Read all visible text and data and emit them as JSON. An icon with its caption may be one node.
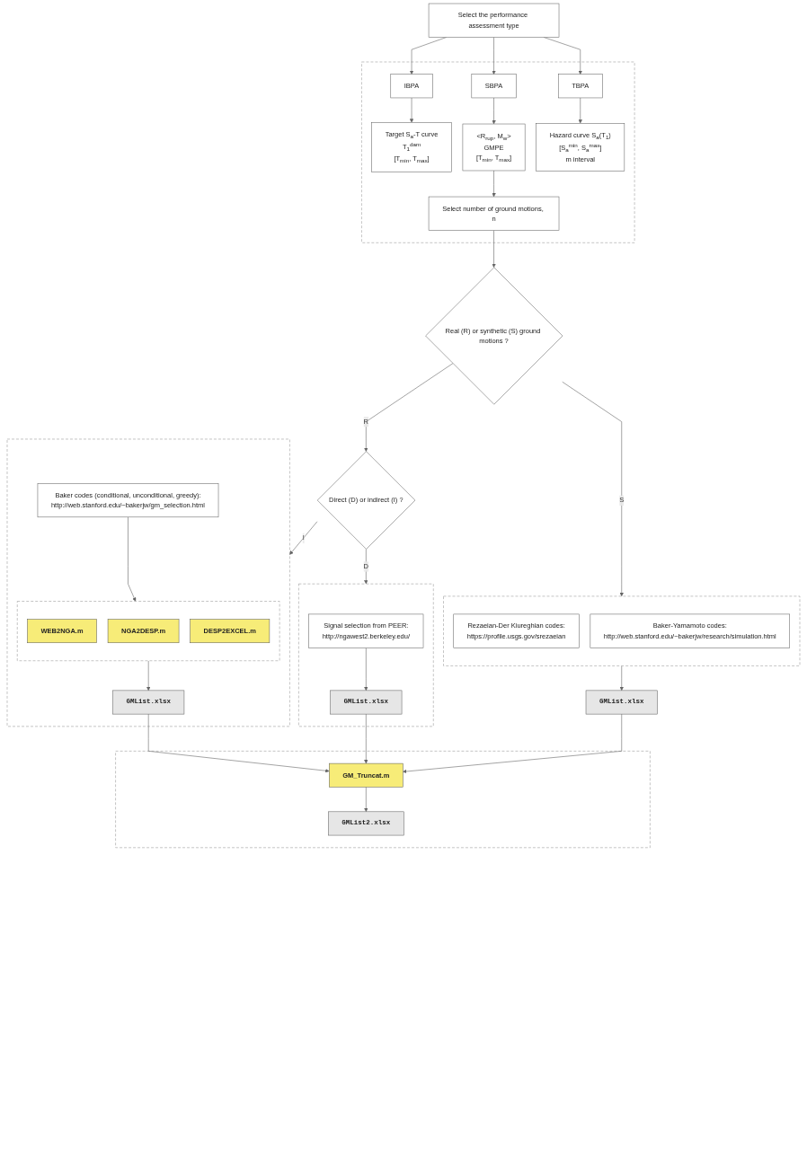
{
  "diagram": {
    "nodes": [
      {
        "text": [
          "Select the performance assessment type"
        ]
      },
      {
        "text": [],
        "shape": "box"
      },
      {
        "text": [
          "IBPA"
        ],
        "in": 1
      },
      {
        "text": [
          "SBPA"
        ],
        "in": 1
      },
      {
        "text": [
          "TBPA"
        ],
        "in": 1
      },
      {
        "text": [
          "Target S$_{a}$-T curve",
          "T$_{1}$$^{dam}$",
          "[T$_{min}$, T$_{max}$]"
        ],
        "in": 1
      },
      {
        "text": [
          "<R$_{rup}$, M$_{w}$>",
          "GMPE",
          "[T$_{min}$, T$_{max}$]"
        ],
        "in": 1
      },
      {
        "text": [
          "Hazard curve S$_{a}$(T$_{1}$)",
          "[S$_{a}$$^{min}$, S$_{a}$$^{max}$]",
          "m interval"
        ],
        "in": 1
      },
      {
        "text": [
          "Select number of ground motions, n"
        ],
        "in": 1
      },
      {
        "text": [
          "Real (R) or synthetic (S) ground motions ?"
        ]
      },
      {
        "text": [
          "Direct (D) or indirect (I) ?"
        ]
      },
      {
        "text": [],
        "shape": "box"
      },
      {
        "text": [
          "Signal selection from PEER:",
          "http://ngawest2.berkeley.edu/"
        ],
        "in": 11
      },
      {
        "text": [
          "GMList.xlsx"
        ],
        "in": 11
      },
      {
        "text": [],
        "shape": "box"
      },
      {
        "text": [
          "Baker codes (conditional, unconditional, greedy):",
          "http://web.stanford.edu/~bakerjw/gm_selection.html"
        ],
        "in": 14
      },
      {
        "text": [],
        "shape": "box",
        "in": 14
      },
      {
        "text": [
          "WEB2NGA.m"
        ],
        "in": 16
      },
      {
        "text": [
          "NGA2DESP.m"
        ],
        "in": 16
      },
      {
        "text": [
          "DESP2EXCEL.m"
        ],
        "in": 16
      },
      {
        "text": [
          "GMList.xlsx"
        ],
        "in": 14
      },
      {
        "text": [],
        "shape": "box"
      },
      {
        "text": [
          "Rezaeian-Der Kiureghian codes:",
          "https://profile.usgs.gov/srezaeian"
        ],
        "in": 21
      },
      {
        "text": [
          "Baker-Yamamoto codes:",
          "http://web.stanford.edu/~bakerjw/research/simulation.html"
        ],
        "in": 21
      },
      {
        "text": [
          "GMList.xlsx"
        ]
      },
      {
        "text": [],
        "shape": "box"
      },
      {
        "text": [
          "GM_Truncat.m"
        ],
        "in": 25
      },
      {
        "text": [
          "GMList2.xlsx"
        ],
        "in": 25
      }
    ],
    "edges": [
      {
        "from": 0,
        "to": 2,
        "arrow": "to"
      },
      {
        "from": 0,
        "to": 3,
        "arrow": "to"
      },
      {
        "from": 0,
        "to": 4,
        "arrow": "to"
      },
      {
        "from": 2,
        "to": 5,
        "arrow": "to"
      },
      {
        "from": 3,
        "to": 6,
        "arrow": "to"
      },
      {
        "from": 4,
        "to": 7,
        "arrow": "to"
      },
      {
        "from": 6,
        "to": 8,
        "arrow": "to"
      },
      {
        "from": 8,
        "to": 9,
        "arrow": "to"
      },
      {
        "from": 9,
        "to": 10,
        "label": "R",
        "arrow": "to"
      },
      {
        "from": 9,
        "to": 21,
        "label": "S",
        "arrow": "to"
      },
      {
        "from": 10,
        "to": 11,
        "label": "D",
        "arrow": "to"
      },
      {
        "from": 10,
        "to": 14,
        "label": "I",
        "arrow": "to"
      },
      {
        "from": 12,
        "to": 13,
        "arrow": "to"
      },
      {
        "from": 13,
        "to": 26,
        "arrow": "to"
      },
      {
        "from": 15,
        "to": 16,
        "arrow": "to"
      },
      {
        "from": 16,
        "to": 20,
        "arrow": "to"
      },
      {
        "from": 21,
        "to": 24,
        "arrow": "to"
      },
      {
        "from": 24,
        "to": 26,
        "arrow": "to"
      },
      {
        "from": 20,
        "to": 26,
        "arrow": "to"
      },
      {
        "from": 26,
        "to": 27,
        "arrow": "to"
      }
    ]
  }
}
